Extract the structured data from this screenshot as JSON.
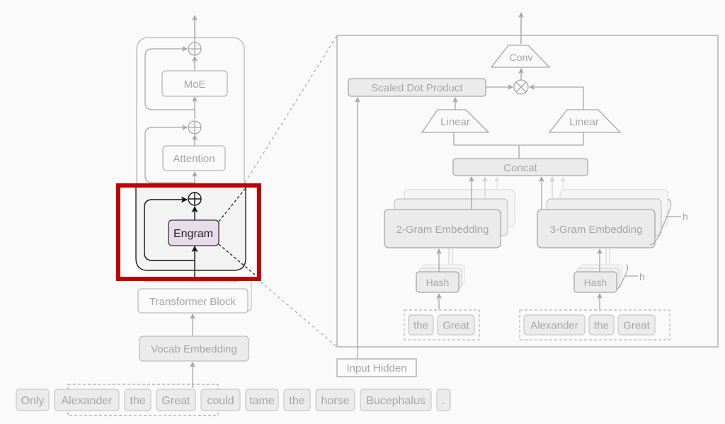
{
  "left_stack": {
    "moe_label": "MoE",
    "attention_label": "Attention",
    "engram_label": "Engram",
    "transformer_block_label": "Transformer Block",
    "vocab_embedding_label": "Vocab Embedding"
  },
  "tokens": [
    "Only",
    "Alexander",
    "the",
    "Great",
    "could",
    "tame",
    "the",
    "horse",
    "Bucephalus",
    "."
  ],
  "detail": {
    "conv_label": "Conv",
    "scaled_dot_product_label": "Scaled Dot Product",
    "linear_left_label": "Linear",
    "linear_right_label": "Linear",
    "concat_label": "Concat",
    "bigram_embedding_label": "2-Gram Embedding",
    "trigram_embedding_label": "3-Gram Embedding",
    "hash_left_label": "Hash",
    "hash_right_label": "Hash",
    "heads_label_embedding": "h",
    "heads_label_hash": "h",
    "input_hidden_label": "Input Hidden",
    "bigram_tokens": [
      "the",
      "Great"
    ],
    "trigram_tokens": [
      "Alexander",
      "the",
      "Great"
    ]
  },
  "colors": {
    "highlight": "#c00000",
    "engram_fill": "#e6dcea",
    "line_gray": "#a6a6a6",
    "box_fill": "#ebebeb"
  }
}
